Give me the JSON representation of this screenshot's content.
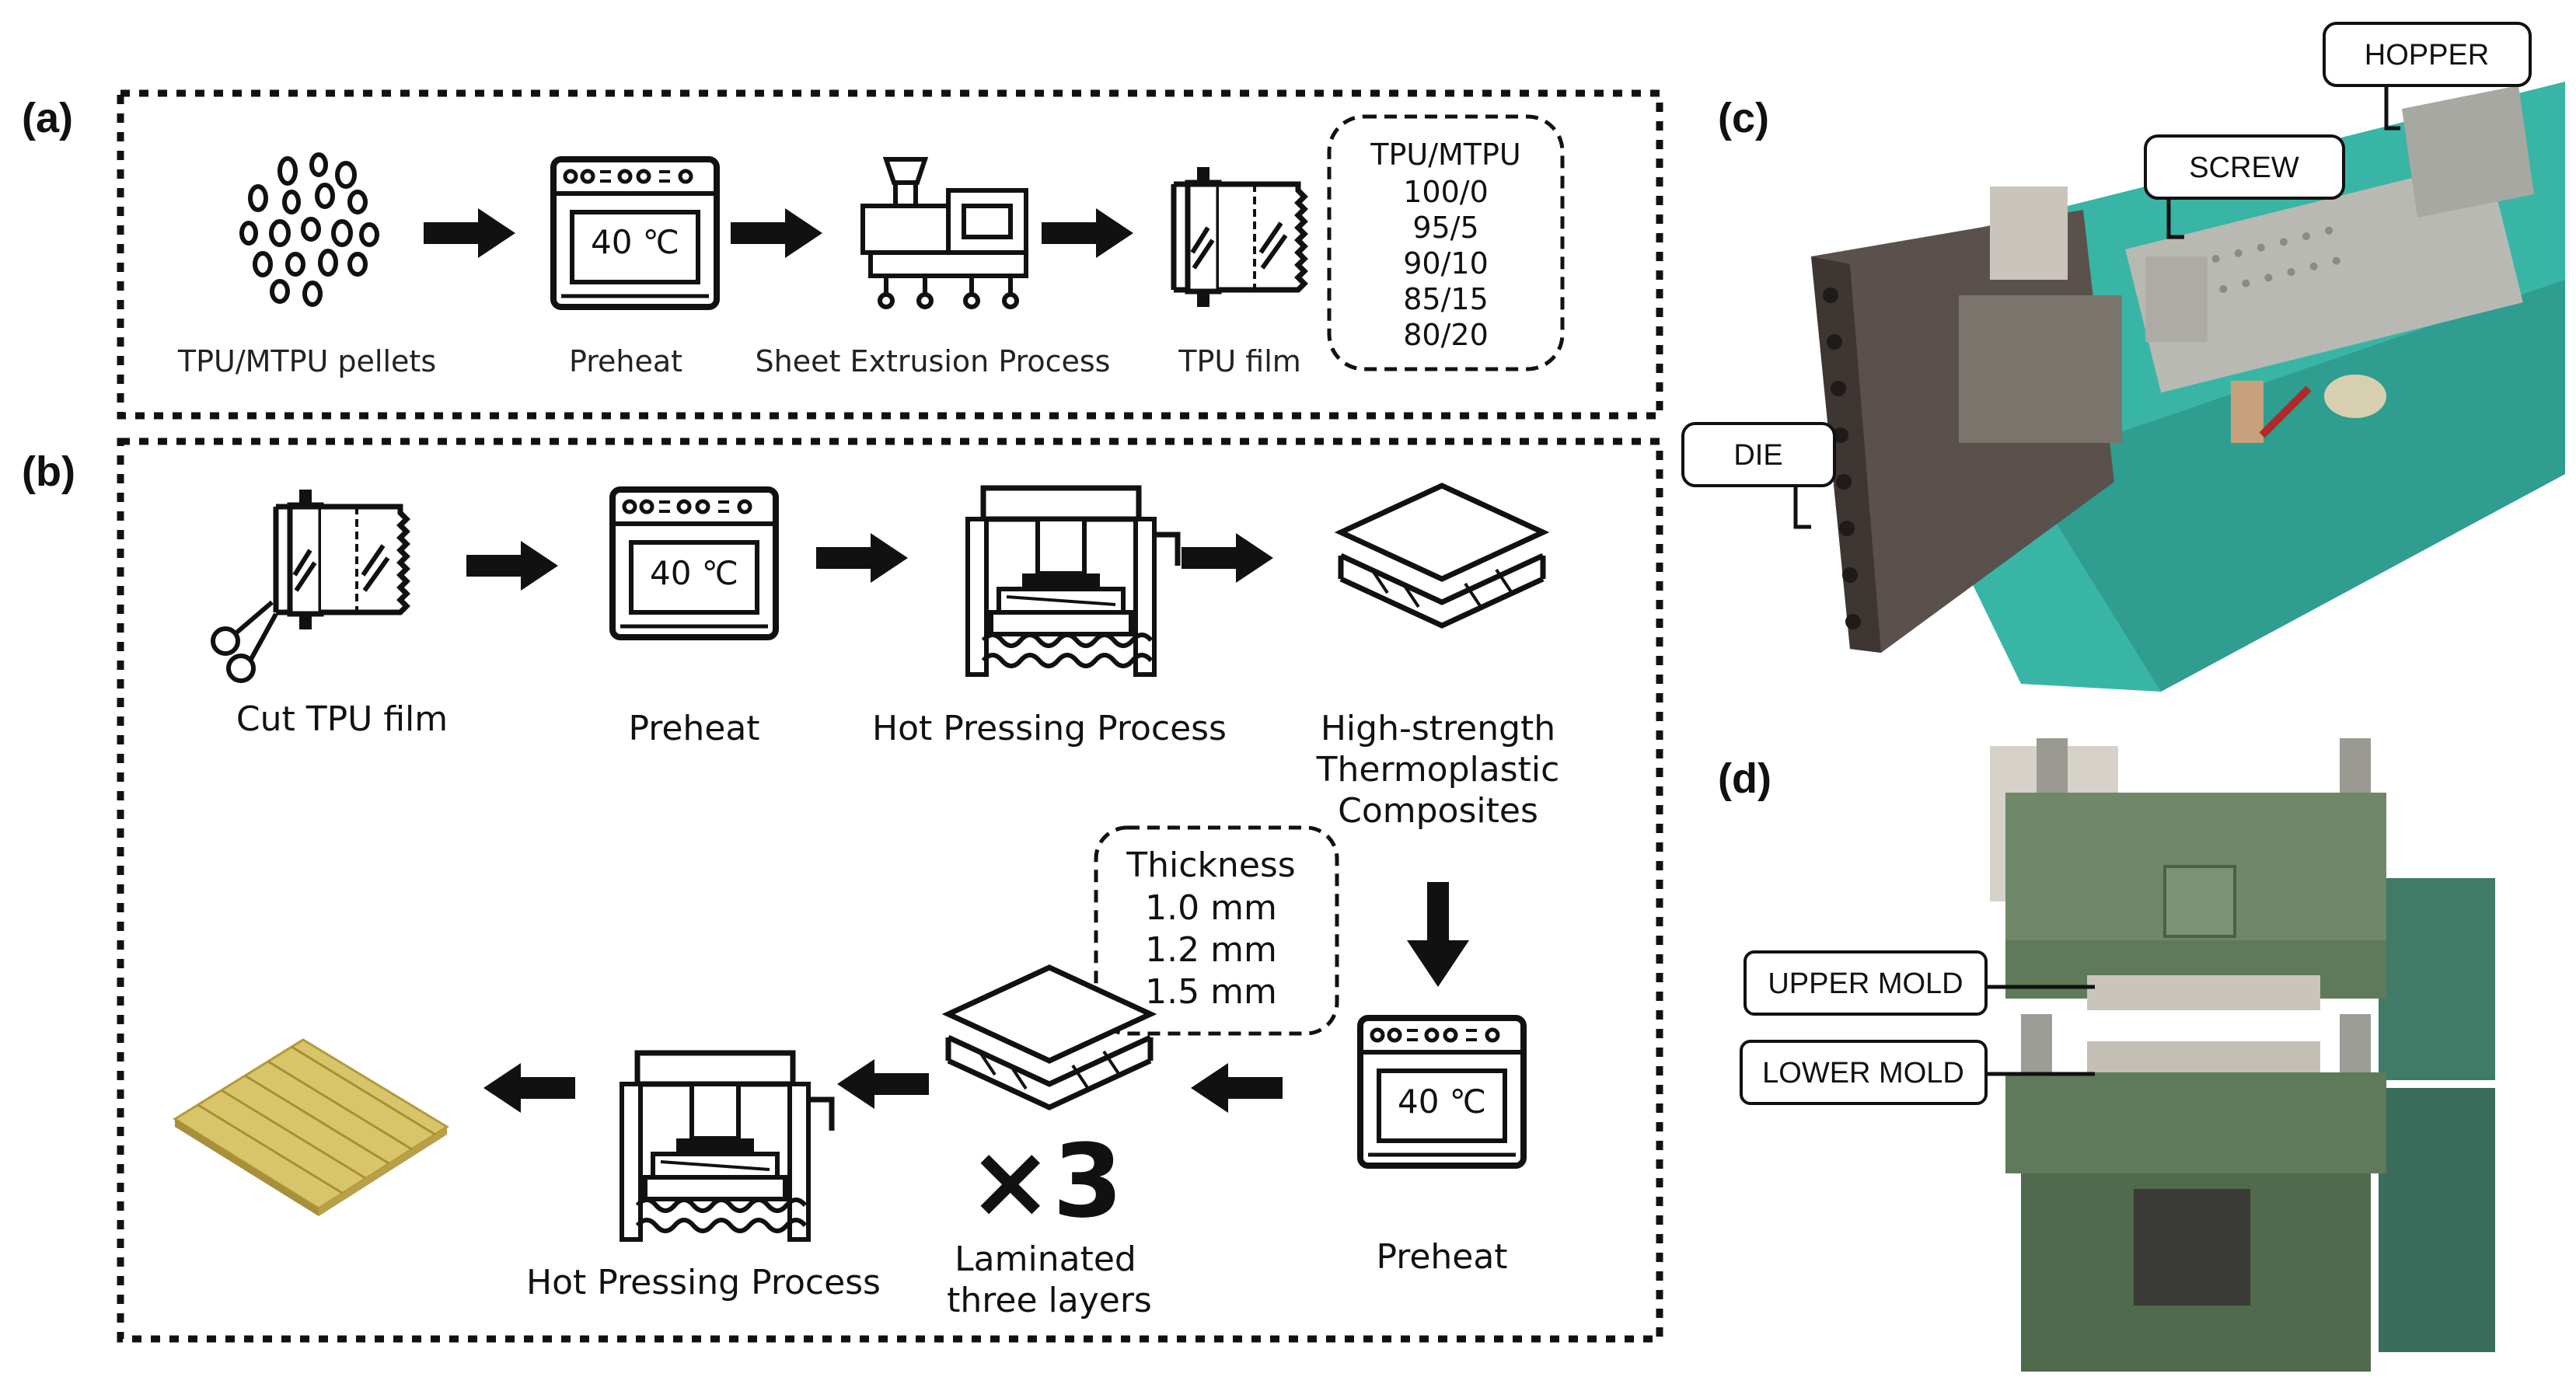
{
  "panels": {
    "a_label": "(a)",
    "b_label": "(b)",
    "c_label": "(c)",
    "d_label": "(d)"
  },
  "panel_a": {
    "steps": [
      "TPU/MTPU pellets",
      "Preheat",
      "Sheet Extrusion Process",
      "TPU film"
    ],
    "oven_temp": "40 ℃",
    "ratio_header": "TPU/MTPU",
    "ratios": [
      "100/0",
      "95/5",
      "90/10",
      "85/15",
      "80/20"
    ]
  },
  "panel_b": {
    "cut_film": "Cut TPU film",
    "preheat_1": "Preheat",
    "hot_press_1": "Hot Pressing Process",
    "composite": [
      "High-strength",
      "Thermoplastic",
      "Composites"
    ],
    "preheat_2": "Preheat",
    "laminated": [
      "Laminated",
      "three layers"
    ],
    "times_three": "×3",
    "hot_press_2": "Hot Pressing Process",
    "thickness_header": "Thickness",
    "thicknesses": [
      "1.0 mm",
      "1.2 mm",
      "1.5 mm"
    ],
    "oven_temp": "40 ℃"
  },
  "panel_c": {
    "callouts": [
      "HOPPER",
      "SCREW",
      "DIE"
    ]
  },
  "panel_d": {
    "callouts": [
      "UPPER MOLD",
      "LOWER MOLD"
    ]
  },
  "colors": {
    "machine_teal": "#39b5a6",
    "press_green": "#5f7a5a",
    "film_gold": "#d8c56a"
  }
}
